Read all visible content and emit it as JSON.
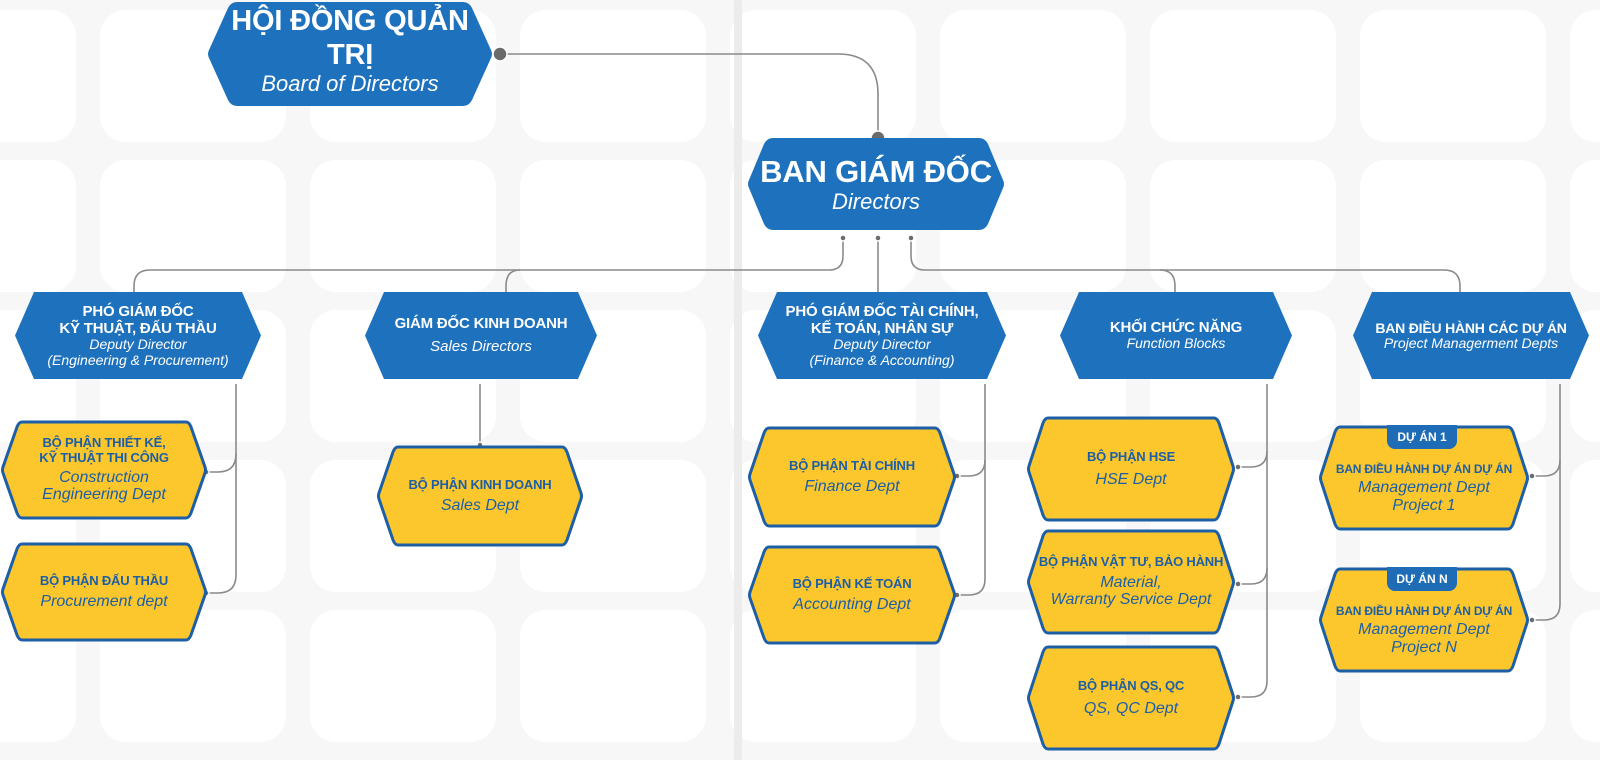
{
  "colors": {
    "blue": "#1e72bd",
    "yellow": "#fcc72c",
    "yellow_border": "#1d5fa6",
    "line": "#8a8a8a",
    "dot": "#6b6b6b",
    "tile": "#ffffff"
  },
  "board": {
    "title": "HỘI ĐỒNG QUẢN TRỊ",
    "subtitle": "Board of Directors"
  },
  "directors": {
    "title": "BAN GIÁM ĐỐC",
    "subtitle": "Directors"
  },
  "columns": [
    {
      "title": "PHÓ GIÁM ĐỐC\nKỸ THUẬT, ĐẤU THẦU",
      "subtitle": "Deputy Director\n(Engineering & Procurement)",
      "children": [
        {
          "title": "BỘ PHẬN THIẾT KẾ,\nKỸ THUẬT THI CÔNG",
          "subtitle": "Construction\nEngineering Dept"
        },
        {
          "title": "BỘ PHẬN ĐẤU THẦU",
          "subtitle": "Procurement dept"
        }
      ]
    },
    {
      "title": "GIÁM ĐỐC KINH DOANH",
      "subtitle": "Sales Directors",
      "children": [
        {
          "title": "BỘ PHẬN KINH DOANH",
          "subtitle": "Sales Dept"
        }
      ]
    },
    {
      "title": "PHÓ GIÁM ĐỐC TÀI CHÍNH,\nKẾ TOÁN, NHÂN SỰ",
      "subtitle": "Deputy Director\n(Finance & Accounting)",
      "children": [
        {
          "title": "BỘ PHẬN TÀI CHÍNH",
          "subtitle": "Finance Dept"
        },
        {
          "title": "BỘ PHẬN KẾ TOÁN",
          "subtitle": "Accounting Dept"
        }
      ]
    },
    {
      "title": "KHỐI CHỨC NĂNG",
      "subtitle": "Function Blocks",
      "children": [
        {
          "title": "BỘ PHẬN HSE",
          "subtitle": "HSE Dept"
        },
        {
          "title": "BỘ PHẬN VẬT TƯ, BẢO HÀNH",
          "subtitle": "Material,\nWarranty Service Dept"
        },
        {
          "title": "BỘ PHẬN QS, QC",
          "subtitle": "QS, QC Dept"
        }
      ]
    },
    {
      "title": "BAN ĐIỀU HÀNH CÁC DỰ ÁN",
      "subtitle": "Project Managerment Depts",
      "children": [
        {
          "tag": "DỰ ÁN 1",
          "title": "BAN ĐIỀU HÀNH DỰ ÁN DỰ ÁN",
          "subtitle": "Management Dept\nProject 1"
        },
        {
          "tag": "DỰ ÁN N",
          "title": "BAN ĐIỀU HÀNH DỰ ÁN DỰ ÁN",
          "subtitle": "Management Dept\nProject N"
        }
      ]
    }
  ]
}
